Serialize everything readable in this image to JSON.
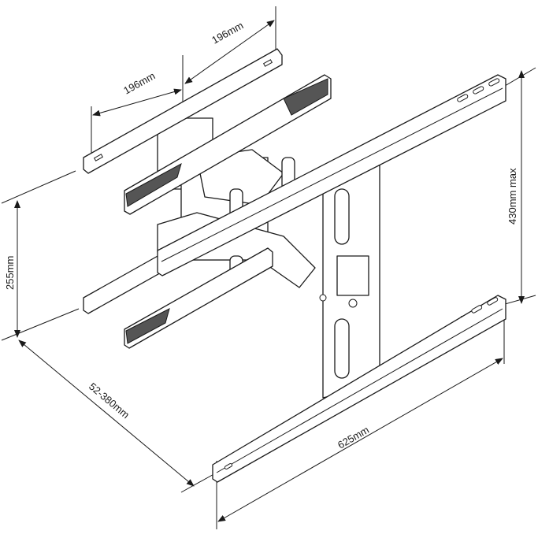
{
  "dimensions": {
    "vesa_spacing_left": "196mm",
    "vesa_spacing_right": "196mm",
    "wall_plate_height": "255mm",
    "tv_bracket_height": "430mm max",
    "extension_range": "52-380mm",
    "tv_bracket_width": "625mm"
  }
}
